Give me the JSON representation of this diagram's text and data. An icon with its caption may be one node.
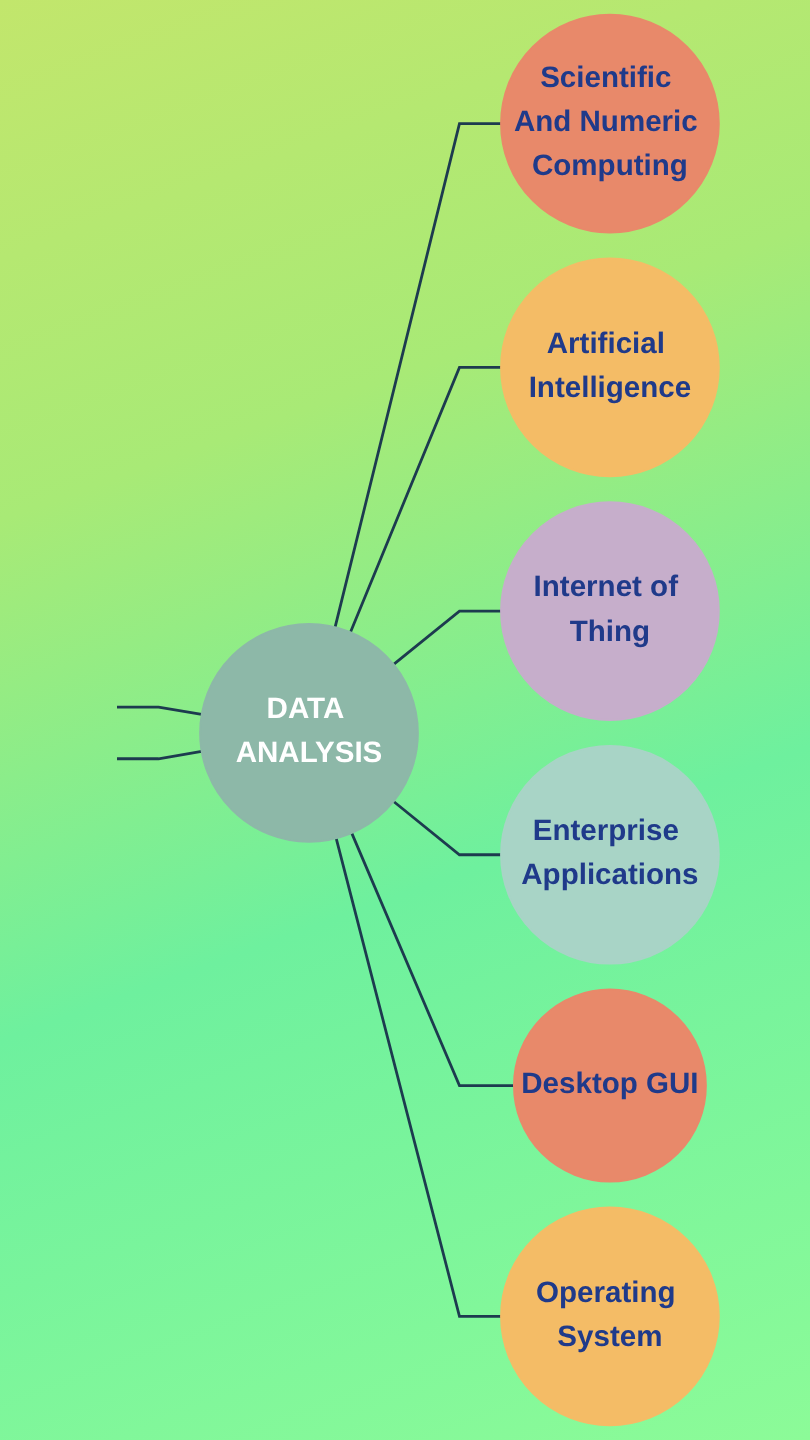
{
  "diagram": {
    "nodes": [
      {
        "text": [
          "Scientific And Numeric Computing"
        ]
      },
      {
        "text": [
          "Artificial Intelligence"
        ]
      },
      {
        "text": [
          "DATA ANALYSIS"
        ]
      },
      {
        "text": [
          "Internet of Thing"
        ]
      },
      {
        "text": [
          "Operating System"
        ]
      },
      {
        "text": [
          "Enterprise Applications"
        ]
      },
      {
        "text": [
          "Desktop GUI"
        ]
      }
    ],
    "edges": [
      {
        "from": 2,
        "to": 0,
        "arrow": "none"
      },
      {
        "from": 2,
        "to": 1,
        "arrow": "none"
      },
      {
        "from": 2,
        "to": 3,
        "arrow": "none"
      },
      {
        "from": 2,
        "to": 5,
        "arrow": "none"
      },
      {
        "from": 2,
        "to": 6,
        "arrow": "none"
      },
      {
        "from": 2,
        "to": 4,
        "arrow": "none"
      },
      {
        "from": 2,
        "to": null,
        "arrow": "none"
      },
      {
        "from": 2,
        "to": null,
        "arrow": "none"
      }
    ]
  }
}
